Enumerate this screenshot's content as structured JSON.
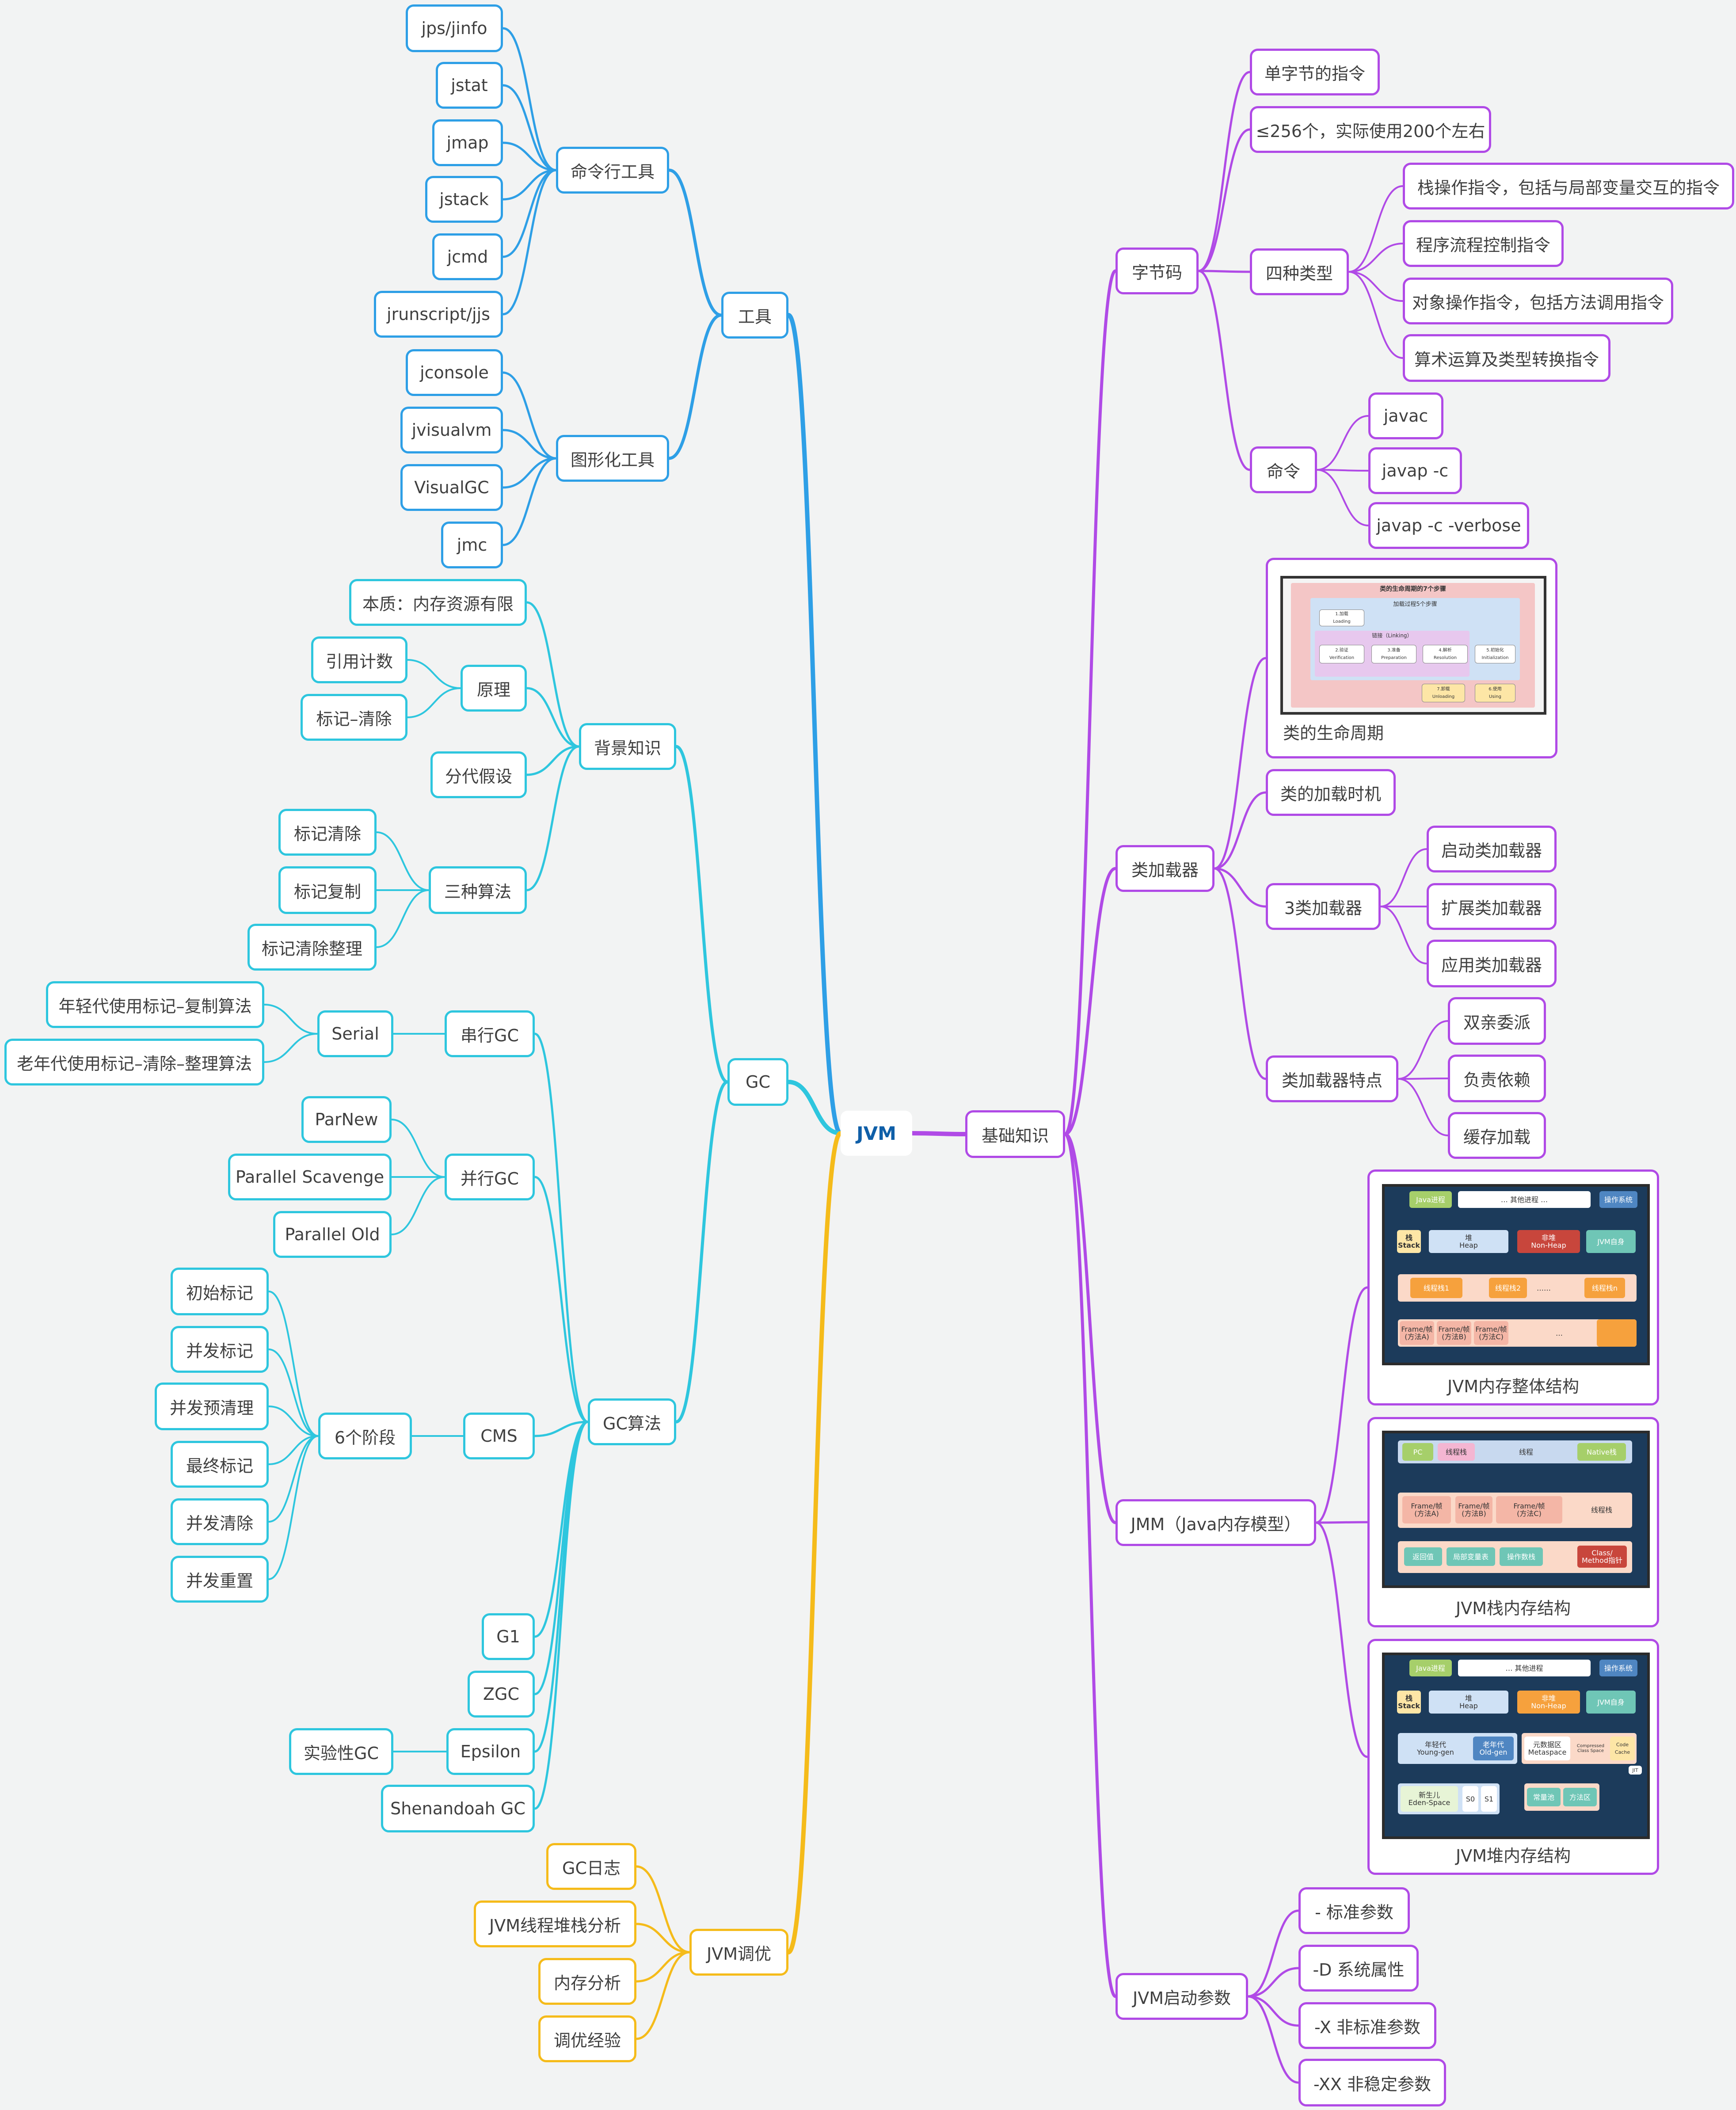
{
  "root": "JVM",
  "tools": {
    "label": "工具",
    "cli": {
      "label": "命令行工具",
      "items": [
        "jps/jinfo",
        "jstat",
        "jmap",
        "jstack",
        "jcmd",
        "jrunscript/jjs"
      ]
    },
    "gui": {
      "label": "图形化工具",
      "items": [
        "jconsole",
        "jvisualvm",
        "VisualGC",
        "jmc"
      ]
    }
  },
  "gc": {
    "label": "GC",
    "background": {
      "label": "背景知识",
      "essence": "本质：内存资源有限",
      "principle": {
        "label": "原理",
        "items": [
          "引用计数",
          "标记–清除"
        ]
      },
      "generational": "分代假设",
      "algorithms": {
        "label": "三种算法",
        "items": [
          "标记清除",
          "标记复制",
          "标记清除整理"
        ]
      }
    },
    "algo": {
      "label": "GC算法",
      "serial": {
        "label": "串行GC",
        "child": "Serial",
        "items": [
          "年轻代使用标记–复制算法",
          "老年代使用标记–清除–整理算法"
        ]
      },
      "parallel": {
        "label": "并行GC",
        "items": [
          "ParNew",
          "Parallel Scavenge",
          "Parallel Old"
        ]
      },
      "cms": {
        "label": "CMS",
        "phases_label": "6个阶段",
        "phases": [
          "初始标记",
          "并发标记",
          "并发预清理",
          "最终标记",
          "并发清除",
          "并发重置"
        ]
      },
      "g1": "G1",
      "zgc": "ZGC",
      "epsilon": "Epsilon",
      "experimental": "实验性GC",
      "shenandoah": "Shenandoah GC"
    }
  },
  "tuning": {
    "label": "JVM调优",
    "items": [
      "GC日志",
      "JVM线程堆栈分析",
      "内存分析",
      "调优经验"
    ]
  },
  "basics": {
    "label": "基础知识",
    "bytecode": {
      "label": "字节码",
      "single": "单字节的指令",
      "count": "≤256个，实际使用200个左右",
      "types": {
        "label": "四种类型",
        "items": [
          "栈操作指令，包括与局部变量交互的指令",
          "程序流程控制指令",
          "对象操作指令，包括方法调用指令",
          "算术运算及类型转换指令"
        ]
      },
      "commands": {
        "label": "命令",
        "items": [
          "javac",
          "javap -c",
          "javap -c -verbose"
        ]
      }
    },
    "classloader": {
      "label": "类加载器",
      "lifecycle": "类的生命周期",
      "timing": "类的加载时机",
      "three": {
        "label": "3类加载器",
        "items": [
          "启动类加载器",
          "扩展类加载器",
          "应用类加载器"
        ]
      },
      "features": {
        "label": "类加载器特点",
        "items": [
          "双亲委派",
          "负责依赖",
          "缓存加载"
        ]
      }
    },
    "jmm": {
      "label": "JMM（Java内存模型）",
      "images": [
        "JVM内存整体结构",
        "JVM栈内存结构",
        "JVM堆内存结构"
      ]
    },
    "params": {
      "label": "JVM启动参数",
      "items": [
        "- 标准参数",
        "-D 系统属性",
        "-X 非标准参数",
        "-XX 非稳定参数"
      ]
    }
  },
  "lifecycle_image": {
    "title": "类的生命周期的7个步骤",
    "subtitle": "加载过程5个步骤",
    "linking": "链接（Linking）",
    "load": "1.加载\nLoading",
    "verify": "2.验证\nVerification",
    "prepare": "3.准备\nPreparation",
    "resolve": "4.解析\nResolution",
    "init": "5.初始化\nInitialization",
    "unload": "7.卸载\nUnloading",
    "use": "6.使用\nUsing"
  },
  "mem_image": {
    "java_process": "Java进程",
    "other_process": "… 其他进程 …",
    "os": "操作系统",
    "stack": "栈\nStack",
    "heap": "堆\nHeap",
    "nonheap": "非堆\nNon-Heap",
    "jvm_self": "JVM自身",
    "thread_stack_1": "线程栈1",
    "thread_stack_2": "线程栈2",
    "thread_stack_n": "线程栈n",
    "ellipsis": "……",
    "frame_a": "Frame/帧\n(方法A)",
    "frame_b": "Frame/帧\n(方法B)",
    "frame_c": "Frame/帧\n(方法C)",
    "frame_more": "…"
  },
  "stack_image": {
    "pc": "PC",
    "thread_stack": "线程栈",
    "thread": "线程",
    "native_stack": "Native栈",
    "frame_a": "Frame/帧\n(方法A)",
    "frame_b": "Frame/帧\n(方法B)",
    "frame_c": "Frame/帧\n(方法C)",
    "thread_stack_right": "线程栈",
    "return_value": "返回值",
    "local_vars": "局部变量表",
    "operand_stack": "操作数栈",
    "class_method": "Class/\nMethod指针"
  },
  "heap_image": {
    "java_process": "Java进程",
    "other_process": "… 其他进程",
    "os": "操作系统",
    "stack": "栈\nStack",
    "heap": "堆\nHeap",
    "nonheap": "非堆\nNon-Heap",
    "jvm_self": "JVM自身",
    "young": "年轻代\nYoung-gen",
    "old": "老年代\nOld-gen",
    "metaspace": "元数据区\nMetaspace",
    "ccs": "Compressed\nClass Space",
    "code_cache": "Code\nCache",
    "eden": "新生儿\nEden-Space",
    "s0": "S0",
    "s1": "S1",
    "constant_pool": "常量池",
    "method_area": "方法区",
    "tag": "JIT"
  },
  "colors": {
    "tools": "#2e9fe6",
    "gc": "#2ec6de",
    "tuning": "#f5bb1a",
    "basics": "#b04ae6"
  }
}
